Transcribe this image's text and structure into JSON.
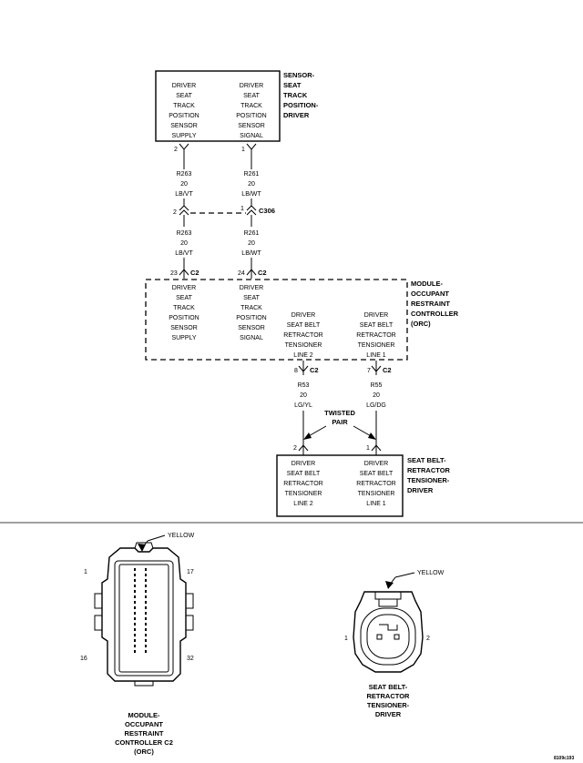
{
  "sensor_box": {
    "col1": [
      "DRIVER",
      "SEAT",
      "TRACK",
      "POSITION",
      "SENSOR",
      "SUPPLY"
    ],
    "col2": [
      "DRIVER",
      "SEAT",
      "TRACK",
      "POSITION",
      "SENSOR",
      "SIGNAL"
    ],
    "title": [
      "SENSOR-",
      "SEAT",
      "TRACK",
      "POSITION-",
      "DRIVER"
    ]
  },
  "sensor_pins": {
    "left": "2",
    "right": "1"
  },
  "wire_upper": {
    "left": [
      "R263",
      "20",
      "LB/VT"
    ],
    "right": [
      "R261",
      "20",
      "LB/WT"
    ]
  },
  "connector_c306": {
    "pin_left": "2",
    "pin_right": "1",
    "label": "C306"
  },
  "wire_lower": {
    "left": [
      "R263",
      "20",
      "LB/VT"
    ],
    "right": [
      "R261",
      "20",
      "LB/WT"
    ]
  },
  "module_pins_top": {
    "left_pin": "23",
    "left_conn": "C2",
    "right_pin": "24",
    "right_conn": "C2"
  },
  "module_box": {
    "col1": [
      "DRIVER",
      "SEAT",
      "TRACK",
      "POSITION",
      "SENSOR",
      "SUPPLY"
    ],
    "col2": [
      "DRIVER",
      "SEAT",
      "TRACK",
      "POSITION",
      "SENSOR",
      "SIGNAL"
    ],
    "col3": [
      "DRIVER",
      "SEAT BELT",
      "RETRACTOR",
      "TENSIONER",
      "LINE 2"
    ],
    "col4": [
      "DRIVER",
      "SEAT BELT",
      "RETRACTOR",
      "TENSIONER",
      "LINE 1"
    ],
    "title": [
      "MODULE-",
      "OCCUPANT",
      "RESTRAINT",
      "CONTROLLER",
      "(ORC)"
    ]
  },
  "module_pins_bottom": {
    "left_pin": "8",
    "left_conn": "C2",
    "right_pin": "7",
    "right_conn": "C2"
  },
  "wire_tensioner": {
    "left": [
      "R53",
      "20",
      "LG/YL"
    ],
    "right": [
      "R55",
      "20",
      "LG/DG"
    ]
  },
  "twisted_pair": [
    "TWISTED",
    "PAIR"
  ],
  "tensioner_pins": {
    "left": "2",
    "right": "1"
  },
  "tensioner_box": {
    "col1": [
      "DRIVER",
      "SEAT BELT",
      "RETRACTOR",
      "TENSIONER",
      "LINE 2"
    ],
    "col2": [
      "DRIVER",
      "SEAT BELT",
      "RETRACTOR",
      "TENSIONER",
      "LINE 1"
    ],
    "title": [
      "SEAT BELT-",
      "RETRACTOR",
      "TENSIONER-",
      "DRIVER"
    ]
  },
  "c2_connector": {
    "color_label": "YELLOW",
    "pin_tl": "1",
    "pin_tr": "17",
    "pin_bl": "16",
    "pin_br": "32",
    "caption": [
      "MODULE-",
      "OCCUPANT",
      "RESTRAINT",
      "CONTROLLER C2",
      "(ORC)"
    ]
  },
  "tensioner_connector": {
    "color_label": "YELLOW",
    "pin_left": "1",
    "pin_right": "2",
    "caption": [
      "SEAT BELT-",
      "RETRACTOR",
      "TENSIONER-",
      "DRIVER"
    ]
  },
  "figure_id": "8109c193"
}
